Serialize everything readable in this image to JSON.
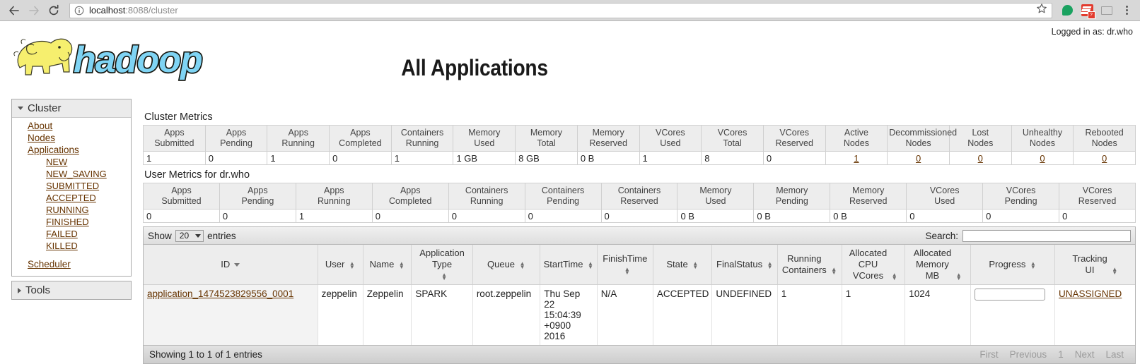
{
  "browser": {
    "back_icon": "back-arrow-icon",
    "forward_icon": "forward-arrow-icon",
    "reload_icon": "reload-icon",
    "url_scheme_host": "localhost",
    "url_rest": ":8088/cluster",
    "bookmark_icon": "star-icon",
    "extensions": [
      "hangouts-extension-icon",
      "todoist-extension-icon",
      "cast-icon"
    ],
    "menu_icon": "kebab-menu-icon"
  },
  "header": {
    "logo_alt": "hadoop-logo",
    "logged_in": "Logged in as: dr.who",
    "title": "All Applications"
  },
  "sidebar": {
    "cluster": {
      "label": "Cluster",
      "items": [
        {
          "label": "About",
          "sub": false
        },
        {
          "label": "Nodes",
          "sub": false
        },
        {
          "label": "Applications",
          "sub": false
        },
        {
          "label": "NEW",
          "sub": true
        },
        {
          "label": "NEW_SAVING",
          "sub": true
        },
        {
          "label": "SUBMITTED",
          "sub": true
        },
        {
          "label": "ACCEPTED",
          "sub": true
        },
        {
          "label": "RUNNING",
          "sub": true
        },
        {
          "label": "FINISHED",
          "sub": true
        },
        {
          "label": "FAILED",
          "sub": true
        },
        {
          "label": "KILLED",
          "sub": true
        },
        {
          "label": "Scheduler",
          "sub": false
        }
      ]
    },
    "tools": {
      "label": "Tools"
    }
  },
  "cluster_metrics": {
    "title": "Cluster Metrics",
    "headers": [
      "Apps Submitted",
      "Apps Pending",
      "Apps Running",
      "Apps Completed",
      "Containers Running",
      "Memory Used",
      "Memory Total",
      "Memory Reserved",
      "VCores Used",
      "VCores Total",
      "VCores Reserved",
      "Active Nodes",
      "Decommissioned Nodes",
      "Lost Nodes",
      "Unhealthy Nodes",
      "Rebooted Nodes"
    ],
    "values": [
      "1",
      "0",
      "1",
      "0",
      "1",
      "1 GB",
      "8 GB",
      "0 B",
      "1",
      "8",
      "0",
      "1",
      "0",
      "0",
      "0",
      "0"
    ],
    "link_indices": [
      11,
      12,
      13,
      14,
      15
    ]
  },
  "user_metrics": {
    "title": "User Metrics for dr.who",
    "headers": [
      "Apps Submitted",
      "Apps Pending",
      "Apps Running",
      "Apps Completed",
      "Containers Running",
      "Containers Pending",
      "Containers Reserved",
      "Memory Used",
      "Memory Pending",
      "Memory Reserved",
      "VCores Used",
      "VCores Pending",
      "VCores Reserved"
    ],
    "values": [
      "0",
      "0",
      "1",
      "0",
      "0",
      "0",
      "0",
      "0 B",
      "0 B",
      "0 B",
      "0",
      "0",
      "0"
    ]
  },
  "datatable": {
    "show_label": "Show",
    "page_length": "20",
    "entries_label": "entries",
    "search_label": "Search:",
    "search_value": "",
    "search_placeholder": "",
    "columns": [
      {
        "label": "ID",
        "sort": "desc"
      },
      {
        "label": "User",
        "sort": "both"
      },
      {
        "label": "Name",
        "sort": "both"
      },
      {
        "label": "Application Type",
        "sort": "both"
      },
      {
        "label": "Queue",
        "sort": "both"
      },
      {
        "label": "StartTime",
        "sort": "both"
      },
      {
        "label": "FinishTime",
        "sort": "both"
      },
      {
        "label": "State",
        "sort": "both"
      },
      {
        "label": "FinalStatus",
        "sort": "both"
      },
      {
        "label": "Running Containers",
        "sort": "both"
      },
      {
        "label": "Allocated CPU VCores",
        "sort": "both"
      },
      {
        "label": "Allocated Memory MB",
        "sort": "both"
      },
      {
        "label": "Progress",
        "sort": "both"
      },
      {
        "label": "Tracking UI",
        "sort": "both"
      }
    ],
    "rows": [
      {
        "id": "application_1474523829556_0001",
        "user": "zeppelin",
        "name": "Zeppelin",
        "application_type": "SPARK",
        "queue": "root.zeppelin",
        "start_time": "Thu Sep 22 15:04:39 +0900 2016",
        "finish_time": "N/A",
        "state": "ACCEPTED",
        "final_status": "UNDEFINED",
        "running_containers": "1",
        "allocated_cpu_vcores": "1",
        "allocated_memory_mb": "1024",
        "progress": "",
        "tracking_ui": "UNASSIGNED"
      }
    ],
    "footer_info": "Showing 1 to 1 of 1 entries",
    "pager": [
      "First",
      "Previous",
      "1",
      "Next",
      "Last"
    ]
  }
}
